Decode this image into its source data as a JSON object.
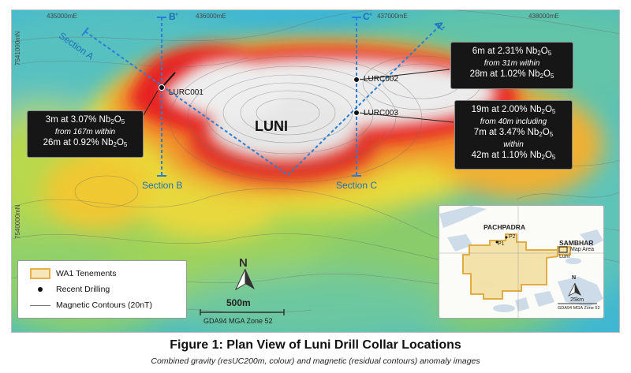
{
  "grid": {
    "easting": [
      "435000mE",
      "436000mE",
      "437000mE",
      "438000mE"
    ],
    "northing": [
      "7541000mN",
      "7540000mN"
    ]
  },
  "sections": {
    "a_label": "Section A",
    "a_end": "A'",
    "b_label": "Section B",
    "b_end": "B'",
    "c_label": "Section C",
    "c_end": "C'"
  },
  "prospect_name": "LUNI",
  "holes": [
    {
      "id": "LURC001"
    },
    {
      "id": "LURC002"
    },
    {
      "id": "LURC003"
    }
  ],
  "callouts": {
    "lurc001": [
      {
        "text": "3m at 3.07% Nb",
        "sub": "2",
        "tail": "O",
        "sub2": "5",
        "italic": false
      },
      {
        "text": "from 167m within",
        "italic": true
      },
      {
        "text": "26m at 0.92% Nb",
        "sub": "2",
        "tail": "O",
        "sub2": "5",
        "italic": false
      }
    ],
    "lurc002": [
      {
        "text": "6m at 2.31% Nb",
        "sub": "2",
        "tail": "O",
        "sub2": "5",
        "italic": false
      },
      {
        "text": "from 31m within",
        "italic": true
      },
      {
        "text": "28m at 1.02% Nb",
        "sub": "2",
        "tail": "O",
        "sub2": "5",
        "italic": false
      }
    ],
    "lurc003": [
      {
        "text": "19m at 2.00% Nb",
        "sub": "2",
        "tail": "O",
        "sub2": "5",
        "italic": false
      },
      {
        "text": "from 40m including",
        "italic": true
      },
      {
        "text": "7m at 3.47% Nb",
        "sub": "2",
        "tail": "O",
        "sub2": "5",
        "italic": false
      },
      {
        "text": "within",
        "italic": true
      },
      {
        "text": "42m at 1.10% Nb",
        "sub": "2",
        "tail": "O",
        "sub2": "5",
        "italic": false
      }
    ]
  },
  "legend": {
    "tenements": "WA1 Tenements",
    "drilling": "Recent Drilling",
    "contours": "Magnetic Contours (20nT)"
  },
  "north_label": "N",
  "scale": {
    "label": "500m",
    "crs": "GDA94 MGA Zone 52"
  },
  "inset": {
    "pachpadra": "PACHPADRA",
    "sambhar": "SAMBHAR",
    "p1": "P1",
    "p2": "P2",
    "luni": "Luni",
    "map_area": "Map Area",
    "scale": "25km",
    "crs": "GDA94 MGA Zone 52",
    "north": "N"
  },
  "figure": {
    "title": "Figure 1: Plan View of Luni Drill Collar Locations",
    "caption": "Combined gravity (resUC200m, colour) and magnetic (residual contours) anomaly images"
  },
  "colors": {
    "section_line": "#2a7fd4",
    "tenement": "#e8b04a",
    "anomaly_high": "#e62020",
    "anomaly_core": "#ededed"
  }
}
